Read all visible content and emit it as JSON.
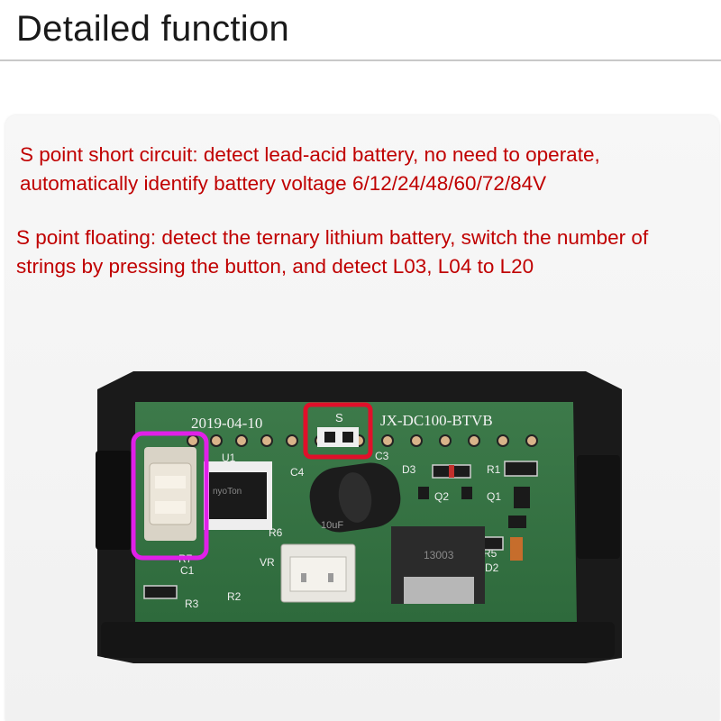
{
  "header": {
    "title": "Detailed function"
  },
  "descriptions": [
    "S point short circuit: detect lead-acid battery, no need to operate, automatically identify battery voltage 6/12/24/48/60/72/84V",
    "S point floating: detect the ternary lithium battery, switch the number of strings by pressing the button, and detect L03, L04 to L20"
  ],
  "board": {
    "date_label": "2019-04-10",
    "model_label": "JX-DC100-BTVB",
    "s_pad_label": "S",
    "silkscreen": [
      "U1",
      "C3",
      "D3",
      "R1",
      "Q2",
      "Q1",
      "C4",
      "R6",
      "R7",
      "C1",
      "R3",
      "R2",
      "R5",
      "D2",
      "VR"
    ],
    "ic_marking": "nyoTon",
    "capacitor_marking": "10uF",
    "mosfet_marking": "13003"
  },
  "highlights": {
    "s_point_color": "#e0102a",
    "button_color": "#e020e8"
  }
}
